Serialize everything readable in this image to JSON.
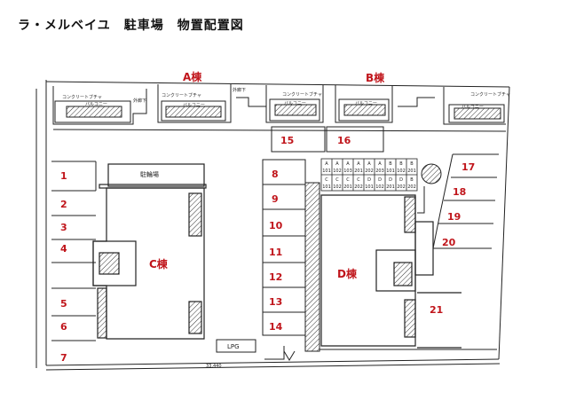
{
  "title": "ラ・メルベイユ　駐車場　物置配置図",
  "buildings": {
    "a": "A棟",
    "b": "B棟",
    "c": "C棟",
    "d": "D棟"
  },
  "parking": {
    "n1": "1",
    "n2": "2",
    "n3": "3",
    "n4": "4",
    "n5": "5",
    "n6": "6",
    "n7": "7",
    "n8": "8",
    "n9": "9",
    "n10": "10",
    "n11": "11",
    "n12": "12",
    "n13": "13",
    "n14": "14",
    "n15": "15",
    "n16": "16",
    "n17": "17",
    "n18": "18",
    "n19": "19",
    "n20": "20",
    "n21": "21"
  },
  "storage_top": [
    "A",
    "A",
    "A",
    "A",
    "A",
    "A",
    "B",
    "B",
    "B"
  ],
  "storage_top_nums": [
    "101",
    "102",
    "103",
    "201",
    "202",
    "203",
    "101",
    "102",
    "201"
  ],
  "storage_bot": [
    "C",
    "C",
    "C",
    "C",
    "D",
    "D",
    "D",
    "D",
    "B"
  ],
  "storage_bot_nums": [
    "101",
    "102",
    "201",
    "202",
    "101",
    "102",
    "201",
    "202",
    "202"
  ],
  "labels": {
    "concrete1": "コンクリートブチャ",
    "concrete2": "コンクリートブチャ",
    "concrete3": "コンクリートブチャ",
    "concrete4": "コンクリートブチャ",
    "balcony1": "バルコニー",
    "balcony2": "バルコニー",
    "balcony3": "バルコニー",
    "balcony4": "バルコニー",
    "balcony5": "バルコニー",
    "hall1": "外廊下",
    "hall2": "外廊下",
    "chuurinjo": "駐輪場",
    "lpg": "LPG",
    "dimension": "33,440"
  },
  "colors": {
    "accent": "#c0151b",
    "line": "#222222"
  }
}
